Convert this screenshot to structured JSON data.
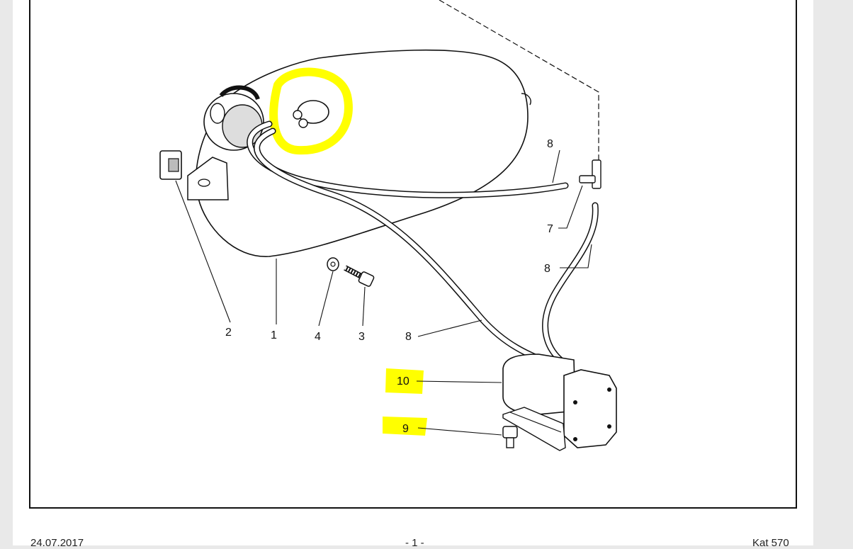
{
  "diagram": {
    "labels": {
      "p1": "1",
      "p2": "2",
      "p3": "3",
      "p4": "4",
      "p7": "7",
      "p8a": "8",
      "p8b": "8",
      "p8c": "8",
      "p9": "9",
      "p10": "10"
    },
    "highlight_color": "#ffff00"
  },
  "footer": {
    "date": "24.07.2017",
    "page": "- 1 -",
    "catalog": "Kat 570"
  }
}
